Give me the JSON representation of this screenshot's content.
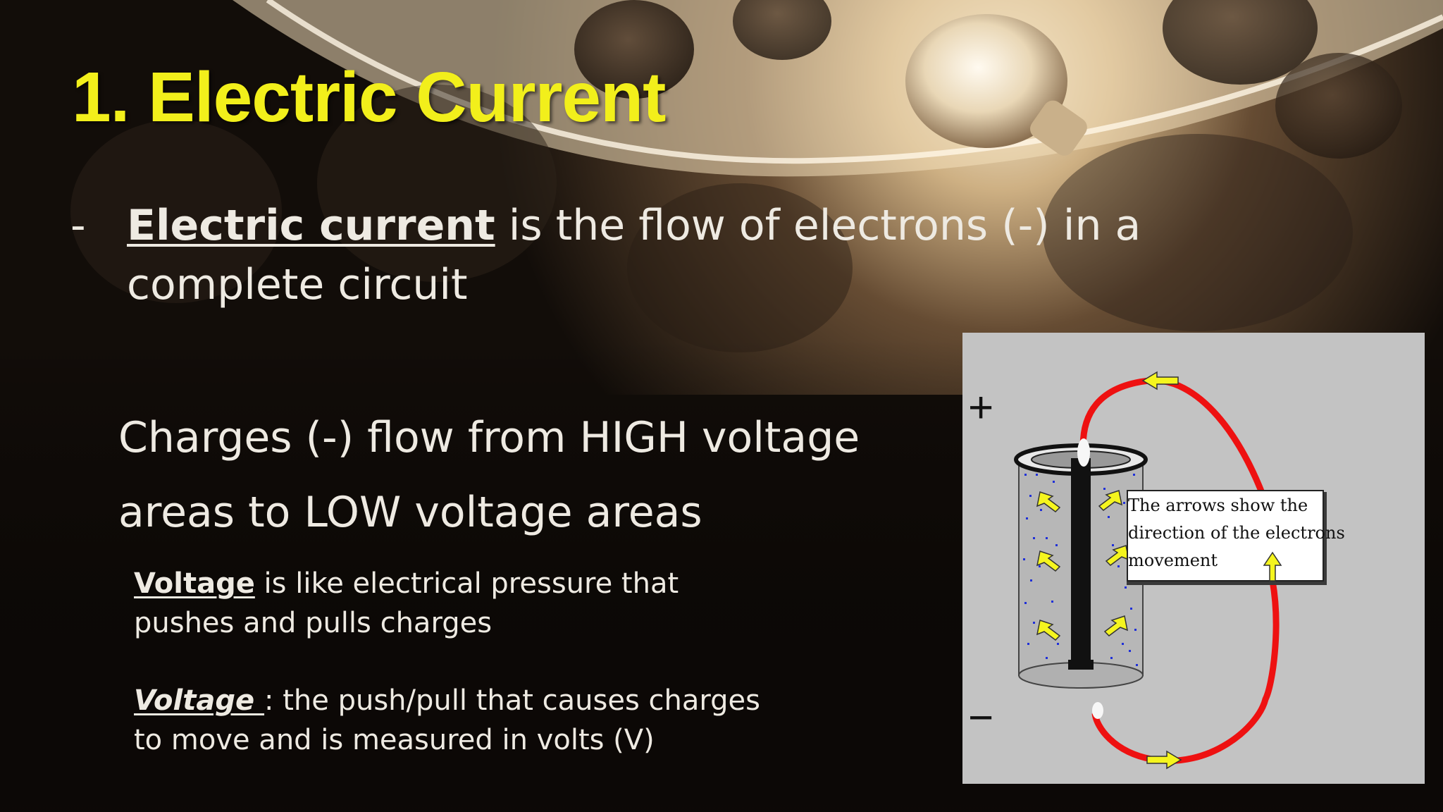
{
  "slide": {
    "title": "1. Electric Current",
    "bullet": {
      "dash": "-",
      "term": "Electric current",
      "rest_line1": " is the flow of electrons (-) in a",
      "line2": "complete circuit"
    },
    "paragraph": {
      "line1": "Charges (-) flow from HIGH voltage",
      "line2": "areas to LOW voltage areas"
    },
    "note1": {
      "term": "Voltage",
      "rest_line1": " is like electrical pressure that",
      "line2": "pushes and pulls charges"
    },
    "note2": {
      "term": "Voltage ",
      "rest_line1": ":  the push/pull that causes charges",
      "line2": "to move and is measured in volts (V)"
    }
  },
  "diagram": {
    "plus_sign": "+",
    "minus_sign": "−",
    "caption_lines": [
      "The arrows  show the",
      "direction of the electrons",
      "movement"
    ],
    "colors": {
      "panel": "#c3c3c3",
      "wire": "#ee1111",
      "arrow": "#f5f51e",
      "electron_dots": "#2030d8",
      "title": "#f2ef1b"
    }
  }
}
